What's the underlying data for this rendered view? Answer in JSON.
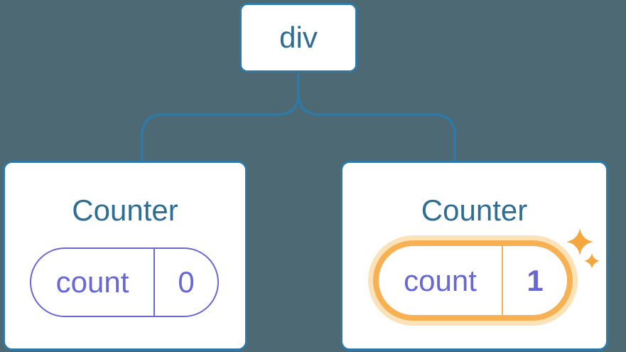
{
  "colors": {
    "background": "#4d6974",
    "node_border_blue": "#2e79a6",
    "label_blue": "#2f6e94",
    "state_purple": "#6767d6",
    "highlight_orange": "#f8b152",
    "highlight_glow": "#fbe2b8",
    "sparkle_orange": "#f4a73e"
  },
  "tree": {
    "root": {
      "label": "div"
    },
    "children": [
      {
        "title": "Counter",
        "state": {
          "key": "count",
          "value": "0"
        },
        "highlighted": false
      },
      {
        "title": "Counter",
        "state": {
          "key": "count",
          "value": "1"
        },
        "highlighted": true
      }
    ]
  }
}
